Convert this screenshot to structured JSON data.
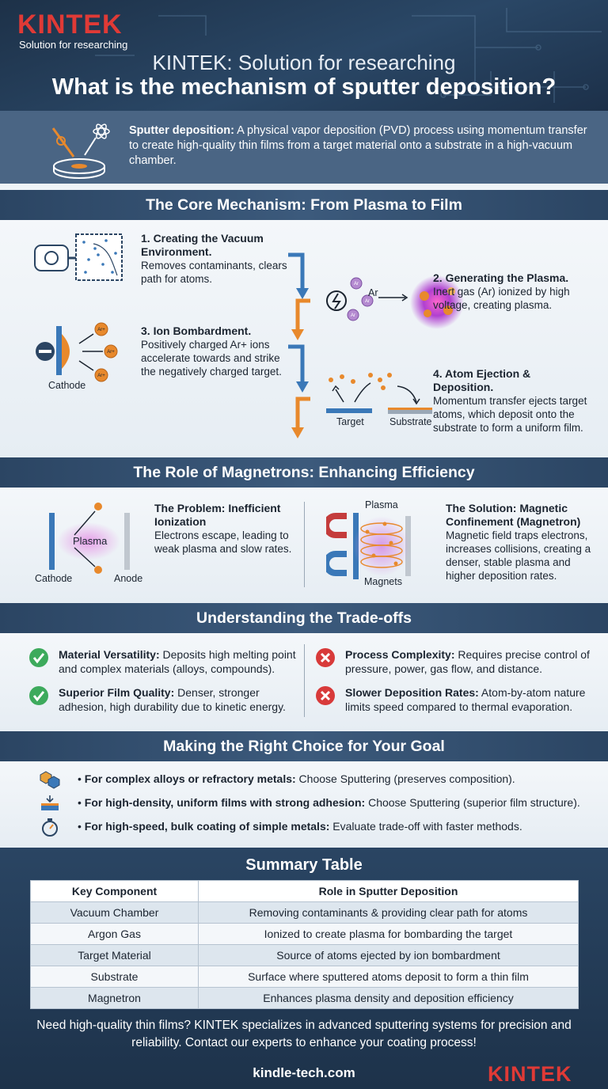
{
  "header": {
    "logo": "KINTEK",
    "logo_tagline": "Solution for researching",
    "subtitle": "KINTEK: Solution for researching",
    "title": "What is the mechanism of sputter deposition?"
  },
  "intro": {
    "term": "Sputter deposition:",
    "text": " A physical vapor deposition (PVD) process using momentum transfer to create high-quality thin films from a target material onto a substrate in a high-vacuum chamber."
  },
  "core": {
    "heading": "The Core Mechanism: From Plasma to Film",
    "steps": [
      {
        "title": "1. Creating the Vacuum Environment.",
        "text": "Removes contaminants, clears path for atoms."
      },
      {
        "title": "2. Generating the Plasma.",
        "text": "Inert gas (Ar) ionized by high voltage, creating plasma."
      },
      {
        "title": "3. Ion Bombardment.",
        "text": "Positively charged Ar+ ions accelerate towards and strike the negatively charged target."
      },
      {
        "title": "4. Atom Ejection & Deposition.",
        "text": "Momentum transfer ejects target atoms, which deposit onto the substrate to form a uniform film."
      }
    ],
    "labels": {
      "cathode": "Cathode",
      "ar": "Ar",
      "target": "Target",
      "substrate": "Substrate"
    }
  },
  "magnetron": {
    "heading": "The Role of Magnetrons: Enhancing Efficiency",
    "problem_title": "The Problem: Inefficient Ionization",
    "problem_text": "Electrons escape, leading to weak plasma and slow rates.",
    "solution_title": "The Solution: Magnetic Confinement (Magnetron)",
    "solution_text": "Magnetic field traps electrons, increases collisions, creating a denser, stable plasma and higher deposition rates.",
    "labels": {
      "plasma": "Plasma",
      "cathode": "Cathode",
      "anode": "Anode",
      "magnets": "Magnets"
    }
  },
  "tradeoffs": {
    "heading": "Understanding the Trade-offs",
    "pros": [
      {
        "label": "Material Versatility:",
        "text": " Deposits high melting point and complex materials (alloys, compounds)."
      },
      {
        "label": "Superior Film Quality:",
        "text": " Denser, stronger adhesion, high durability due to kinetic energy."
      }
    ],
    "cons": [
      {
        "label": "Process Complexity:",
        "text": " Requires precise control of pressure, power, gas flow, and distance."
      },
      {
        "label": "Slower Deposition Rates:",
        "text": " Atom-by-atom nature limits speed compared to thermal evaporation."
      }
    ]
  },
  "goals": {
    "heading": "Making the Right Choice for Your Goal",
    "items": [
      {
        "label": "For complex alloys or refractory metals:",
        "text": " Choose Sputtering (preserves composition)."
      },
      {
        "label": "For high-density, uniform films with strong adhesion:",
        "text": " Choose Sputtering (superior film structure)."
      },
      {
        "label": "For high-speed, bulk coating of simple metals:",
        "text": " Evaluate trade-off with faster methods."
      }
    ]
  },
  "summary": {
    "heading": "Summary Table",
    "columns": [
      "Key Component",
      "Role in Sputter Deposition"
    ],
    "rows": [
      [
        "Vacuum Chamber",
        "Removing contaminants & providing clear path for atoms"
      ],
      [
        "Argon Gas",
        "Ionized to create plasma for bombarding the target"
      ],
      [
        "Target Material",
        "Source of atoms ejected by ion bombardment"
      ],
      [
        "Substrate",
        "Surface where sputtered atoms deposit to form a thin film"
      ],
      [
        "Magnetron",
        "Enhances plasma density and deposition efficiency"
      ]
    ]
  },
  "footer": {
    "cta": "Need high-quality thin films? KINTEK specializes in advanced sputtering systems for precision and reliability. Contact our experts to enhance your coating process!",
    "site": "kindle-tech.com",
    "logo": "KINTEK"
  },
  "colors": {
    "accent": "#e03a36",
    "navy": "#2b4563",
    "orange": "#e8892c",
    "blue_arrow": "#3a78b8",
    "check": "#3daa5c",
    "cross": "#d83a3a"
  }
}
